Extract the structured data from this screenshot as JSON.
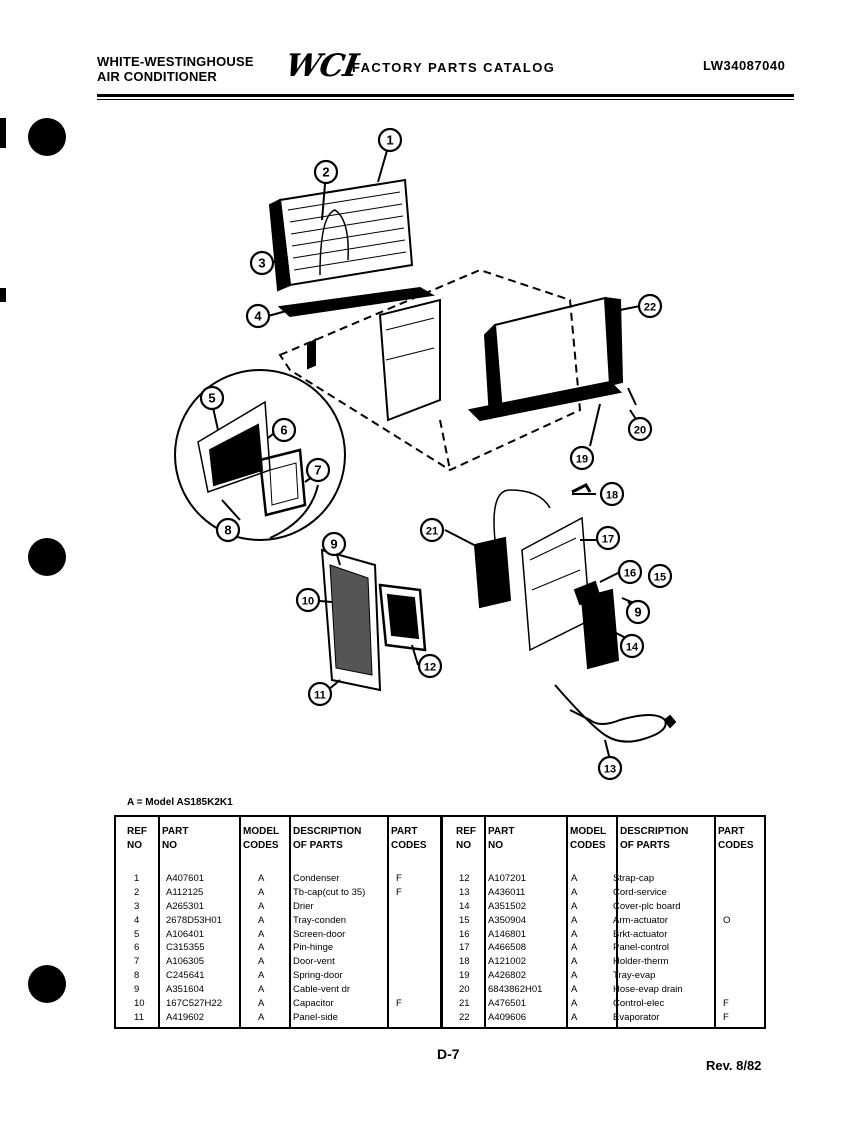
{
  "header": {
    "brand_line1": "WHITE-WESTINGHOUSE",
    "brand_line2": "AIR CONDITIONER",
    "logo": "WCI",
    "catalog_title": "FACTORY PARTS CATALOG",
    "model_number": "LW34087040"
  },
  "diagram": {
    "callouts": [
      "1",
      "2",
      "3",
      "4",
      "5",
      "6",
      "7",
      "8",
      "9",
      "10",
      "11",
      "12",
      "13",
      "14",
      "15",
      "16",
      "17",
      "18",
      "19",
      "20",
      "21",
      "22",
      "9"
    ]
  },
  "legend": "A = Model AS185K2K1",
  "table": {
    "headers": {
      "ref_no": [
        "REF",
        "NO"
      ],
      "part_no": [
        "PART",
        "NO"
      ],
      "model_codes": [
        "MODEL",
        "CODES"
      ],
      "description": [
        "DESCRIPTION",
        "OF PARTS"
      ],
      "part_codes": [
        "PART",
        "CODES"
      ]
    },
    "left_rows": [
      {
        "ref": "1",
        "part": "A407601",
        "model": "A",
        "desc": "Condenser",
        "code": "F"
      },
      {
        "ref": "2",
        "part": "A112125",
        "model": "A",
        "desc": "Tb-cap(cut to 35)",
        "code": "F"
      },
      {
        "ref": "3",
        "part": "A265301",
        "model": "A",
        "desc": "Drier",
        "code": ""
      },
      {
        "ref": "4",
        "part": "2678D53H01",
        "model": "A",
        "desc": "Tray-conden",
        "code": ""
      },
      {
        "ref": "5",
        "part": "A106401",
        "model": "A",
        "desc": "Screen-door",
        "code": ""
      },
      {
        "ref": "6",
        "part": "C315355",
        "model": "A",
        "desc": "Pin-hinge",
        "code": ""
      },
      {
        "ref": "7",
        "part": "A106305",
        "model": "A",
        "desc": "Door-vent",
        "code": ""
      },
      {
        "ref": "8",
        "part": "C245641",
        "model": "A",
        "desc": "Spring-door",
        "code": ""
      },
      {
        "ref": "9",
        "part": "A351604",
        "model": "A",
        "desc": "Cable-vent dr",
        "code": ""
      },
      {
        "ref": "10",
        "part": "167C527H22",
        "model": "A",
        "desc": "Capacitor",
        "code": "F"
      },
      {
        "ref": "11",
        "part": "A419602",
        "model": "A",
        "desc": "Panel-side",
        "code": ""
      }
    ],
    "right_rows": [
      {
        "ref": "12",
        "part": "A107201",
        "model": "A",
        "desc": "Strap-cap",
        "code": ""
      },
      {
        "ref": "13",
        "part": "A436011",
        "model": "A",
        "desc": "Cord-service",
        "code": ""
      },
      {
        "ref": "14",
        "part": "A351502",
        "model": "A",
        "desc": "Cover-plc board",
        "code": ""
      },
      {
        "ref": "15",
        "part": "A350904",
        "model": "A",
        "desc": "Arm-actuator",
        "code": "O"
      },
      {
        "ref": "16",
        "part": "A146801",
        "model": "A",
        "desc": "Brkt-actuator",
        "code": ""
      },
      {
        "ref": "17",
        "part": "A466508",
        "model": "A",
        "desc": "Panel-control",
        "code": ""
      },
      {
        "ref": "18",
        "part": "A121002",
        "model": "A",
        "desc": "Holder-therm",
        "code": ""
      },
      {
        "ref": "19",
        "part": "A426802",
        "model": "A",
        "desc": "Tray-evap",
        "code": ""
      },
      {
        "ref": "20",
        "part": "6843862H01",
        "model": "A",
        "desc": "Hose-evap drain",
        "code": ""
      },
      {
        "ref": "21",
        "part": "A476501",
        "model": "A",
        "desc": "Control-elec",
        "code": "F"
      },
      {
        "ref": "22",
        "part": "A409606",
        "model": "A",
        "desc": "Evaporator",
        "code": "F"
      }
    ]
  },
  "footer": {
    "page": "D-7",
    "revision": "Rev. 8/82"
  }
}
